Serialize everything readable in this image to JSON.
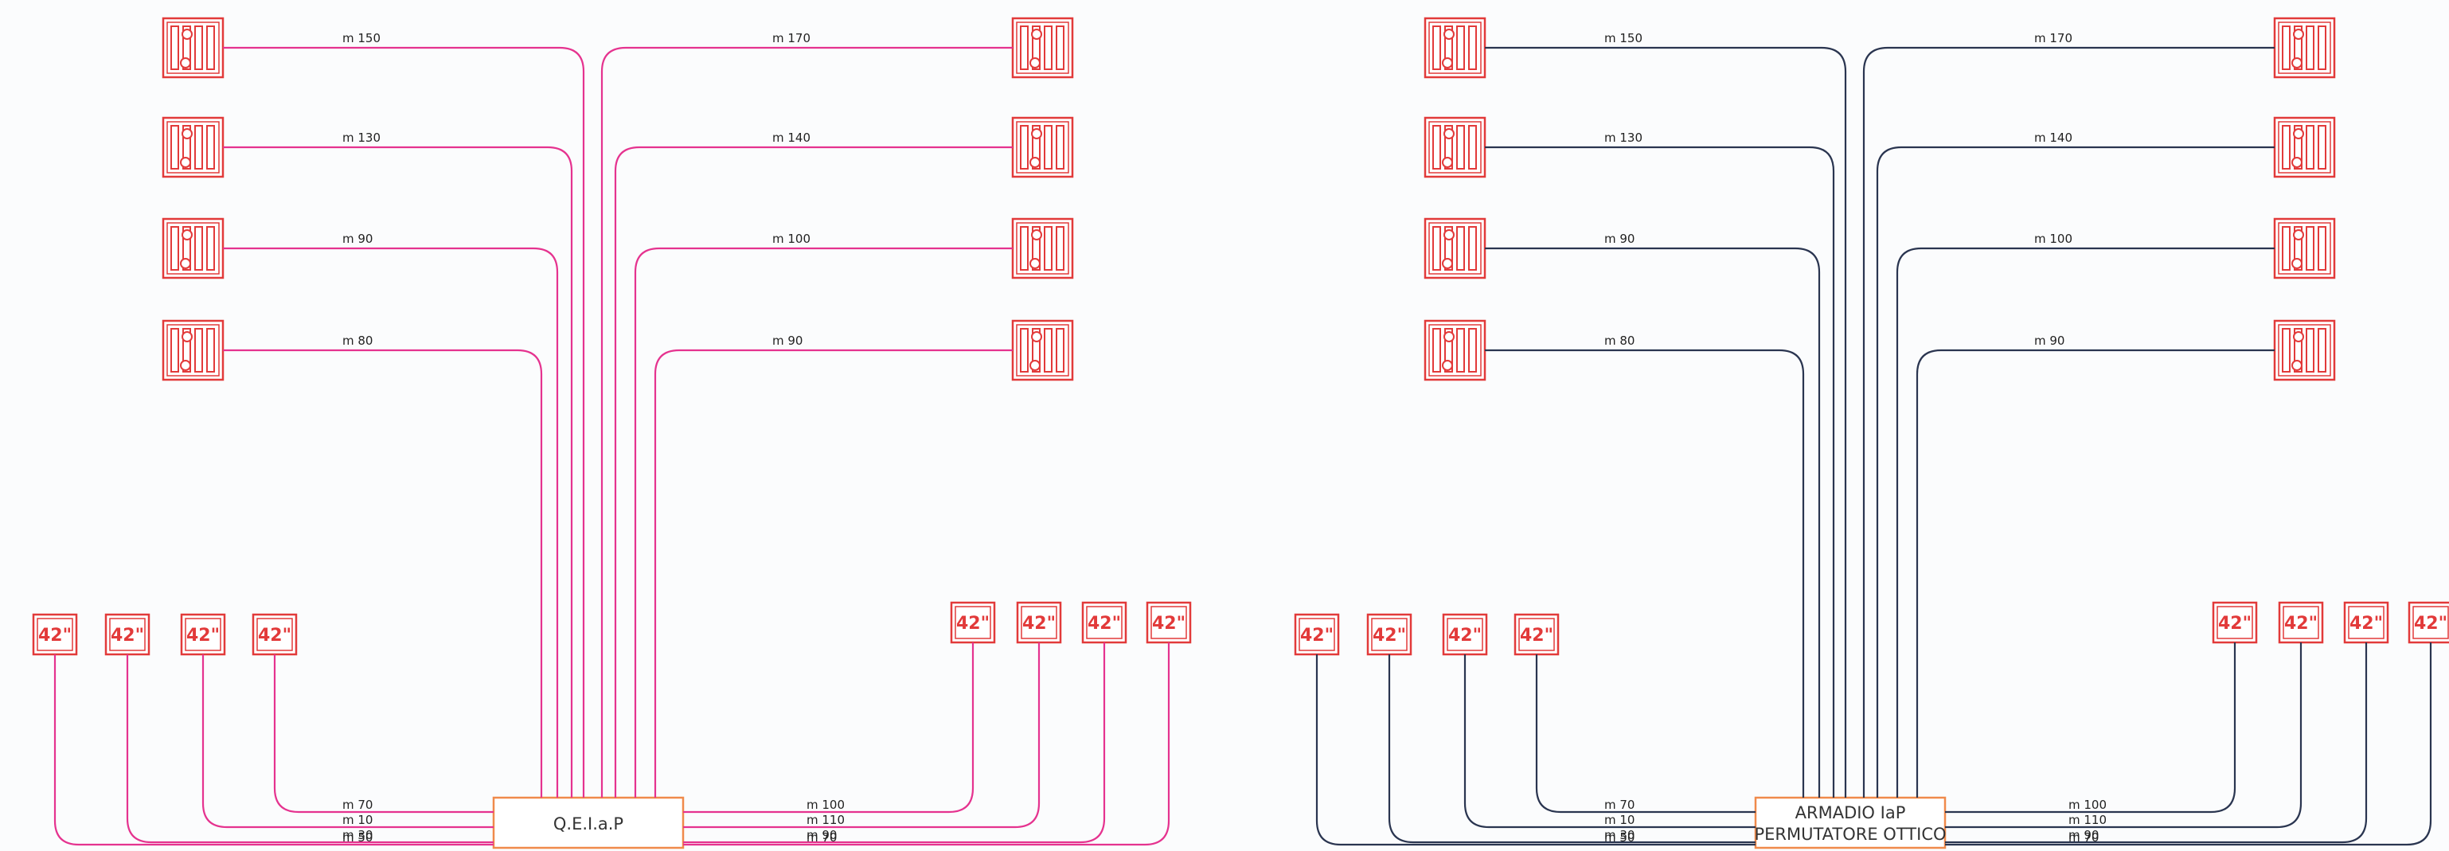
{
  "colors": {
    "pink_cable": "#e5338f",
    "blue_cable": "#2a3550",
    "device_red": "#e23a3a",
    "box_border": "#f08a4b",
    "background": "#fbfcfd"
  },
  "device_icon": "lighting-fixture-icon",
  "screen_icon": "monitor-42-icon",
  "screen_label": "42\"",
  "diagrams": [
    {
      "id": "left",
      "cable_color_key": "pink_cable",
      "box_lines": [
        "Q.E.I.a.P"
      ],
      "top_left_lengths": [
        "m 150",
        "m 130",
        "m 90",
        "m 80"
      ],
      "top_right_lengths": [
        "m 170",
        "m 140",
        "m 100",
        "m 90"
      ],
      "bottom_left_lengths": [
        "m 70",
        "m 10",
        "m 30",
        "m 50"
      ],
      "bottom_right_lengths": [
        "m 100",
        "m 110",
        "m 90",
        "m 70"
      ]
    },
    {
      "id": "right",
      "cable_color_key": "blue_cable",
      "box_lines": [
        "ARMADIO IaP",
        "PERMUTATORE OTTICO"
      ],
      "top_left_lengths": [
        "m 150",
        "m 130",
        "m 90",
        "m 80"
      ],
      "top_right_lengths": [
        "m 170",
        "m 140",
        "m 100",
        "m 90"
      ],
      "bottom_left_lengths": [
        "m 70",
        "m 10",
        "m 30",
        "m 50"
      ],
      "bottom_right_lengths": [
        "m 100",
        "m 110",
        "m 90",
        "m 70"
      ]
    }
  ]
}
